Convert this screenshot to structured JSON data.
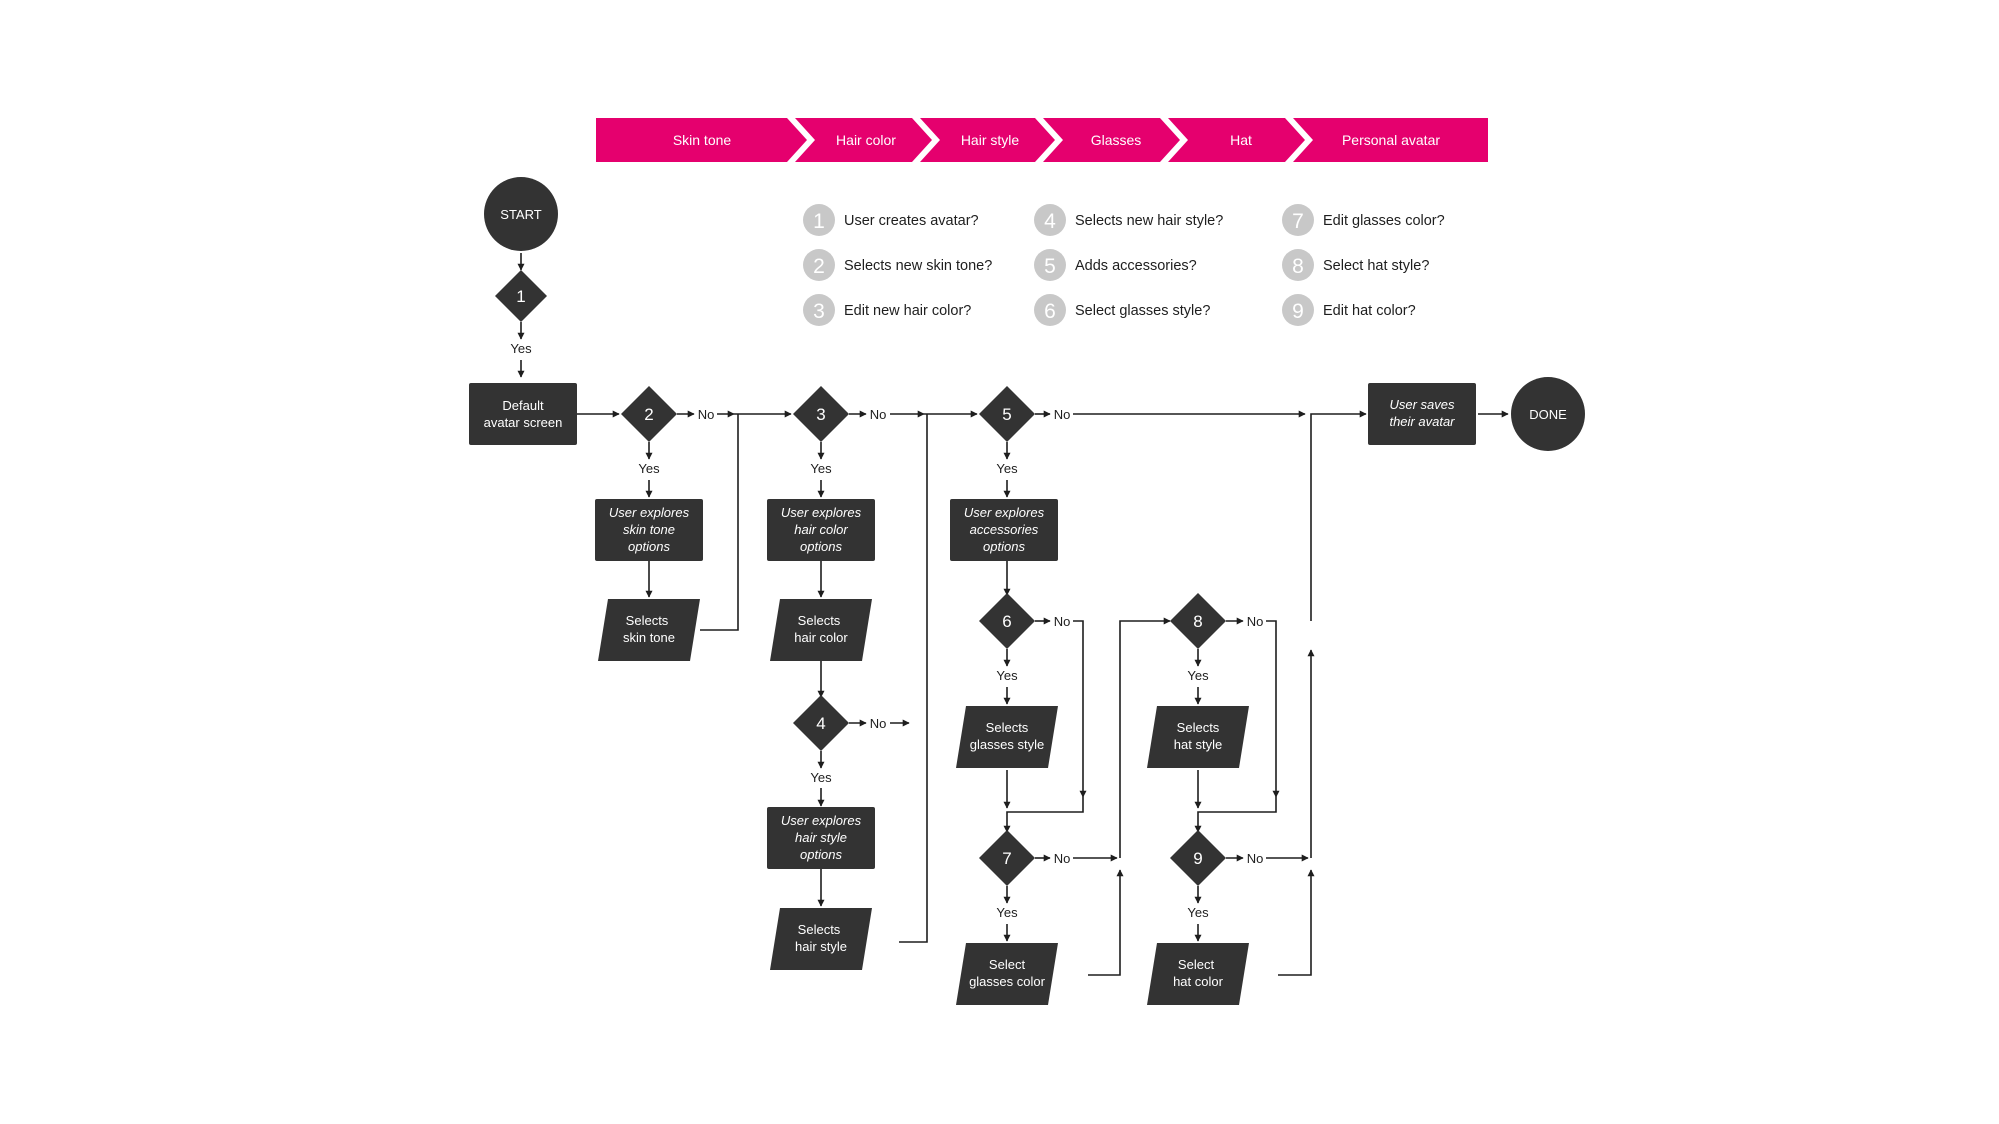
{
  "colors": {
    "accent": "#E5006E",
    "node": "#333333",
    "legend_circle": "#C8C8C8",
    "line": "#1E1E1E"
  },
  "stages": [
    "Skin tone",
    "Hair color",
    "Hair style",
    "Glasses",
    "Hat",
    "Personal avatar"
  ],
  "legend": [
    {
      "num": "1",
      "text": "User creates avatar?"
    },
    {
      "num": "2",
      "text": "Selects new skin tone?"
    },
    {
      "num": "3",
      "text": "Edit new hair color?"
    },
    {
      "num": "4",
      "text": "Selects new hair style?"
    },
    {
      "num": "5",
      "text": "Adds accessories?"
    },
    {
      "num": "6",
      "text": "Select glasses style?"
    },
    {
      "num": "7",
      "text": "Edit glasses color?"
    },
    {
      "num": "8",
      "text": "Select hat style?"
    },
    {
      "num": "9",
      "text": "Edit hat color?"
    }
  ],
  "terminals": {
    "start": "START",
    "done": "DONE"
  },
  "decisions": {
    "d1": "1",
    "d2": "2",
    "d3": "3",
    "d4": "4",
    "d5": "5",
    "d6": "6",
    "d7": "7",
    "d8": "8",
    "d9": "9"
  },
  "processes": {
    "default_screen": [
      "Default",
      "avatar screen"
    ],
    "explore_skin": [
      "User explores",
      "skin tone",
      "options"
    ],
    "explore_hair_color": [
      "User explores",
      "hair color",
      "options"
    ],
    "explore_hair_style": [
      "User explores",
      "hair style",
      "options"
    ],
    "explore_accessories": [
      "User explores",
      "accessories",
      "options"
    ],
    "save_avatar": [
      "User saves",
      "their avatar"
    ]
  },
  "inputs": {
    "selects_skin": [
      "Selects",
      "skin tone"
    ],
    "selects_hair_color": [
      "Selects",
      "hair color"
    ],
    "selects_hair_style": [
      "Selects",
      "hair style"
    ],
    "selects_glasses_style": [
      "Selects",
      "glasses  style"
    ],
    "select_glasses_color": [
      "Select",
      "glasses color"
    ],
    "selects_hat_style": [
      "Selects",
      "hat  style"
    ],
    "select_hat_color": [
      "Select",
      "hat color"
    ]
  },
  "labels": {
    "yes": "Yes",
    "no": "No"
  }
}
